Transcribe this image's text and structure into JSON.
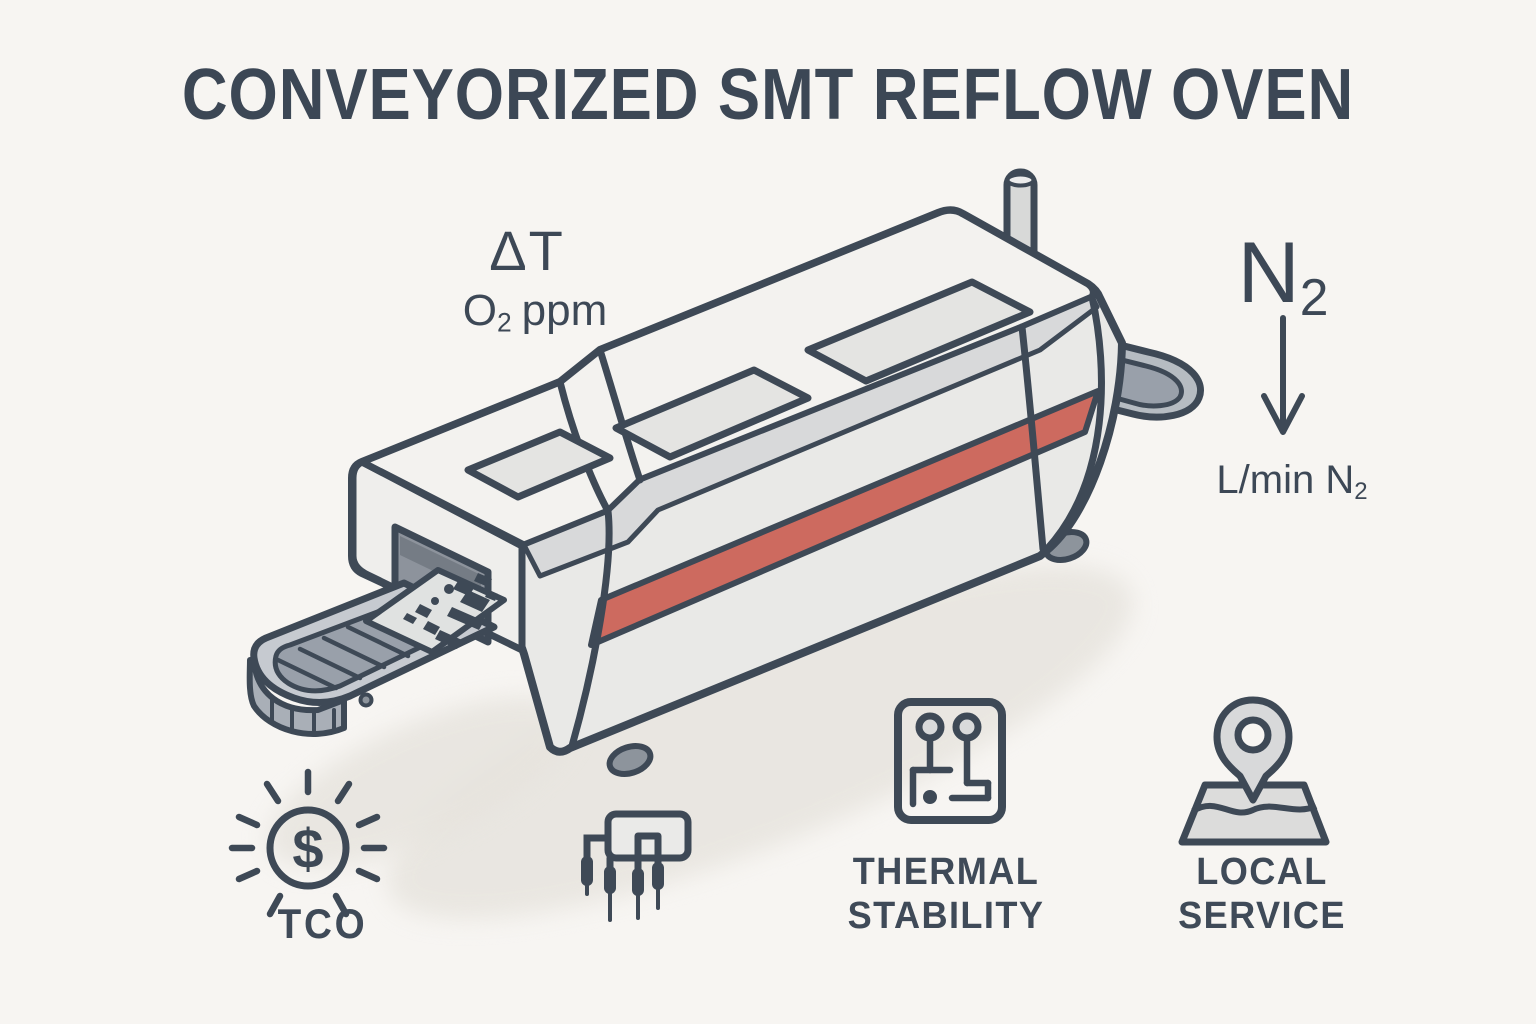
{
  "title": "CONVEYORIZED SMT REFLOW OVEN",
  "callouts": {
    "delta_t": "ΔT",
    "o2_base": "O",
    "o2_sub": "2",
    "o2_unit": "ppm",
    "n2_base": "N",
    "n2_sub": "2",
    "flow_base": "L/min N",
    "flow_sub": "2"
  },
  "features": {
    "tco": {
      "label": "TCO",
      "symbol": "$",
      "icon": "dollar-sun-icon"
    },
    "component": {
      "icon": "smd-component-icon"
    },
    "thermal": {
      "line1": "THERMAL",
      "line2": "STABILITY",
      "icon": "pcb-trace-icon"
    },
    "service": {
      "line1": "LOCAL",
      "line2": "SERVICE",
      "icon": "map-pin-icon"
    }
  },
  "colors": {
    "background": "#f7f5f2",
    "outline": "#3e4956",
    "text": "#3d4856",
    "accent_red": "#cd6a5f",
    "body_top": "#f3f2ef",
    "body_front": "#e9e9e7",
    "chamfer": "#d8d9da",
    "metal_gray": "#99a0aa",
    "shadow": "#e6e3dd"
  }
}
